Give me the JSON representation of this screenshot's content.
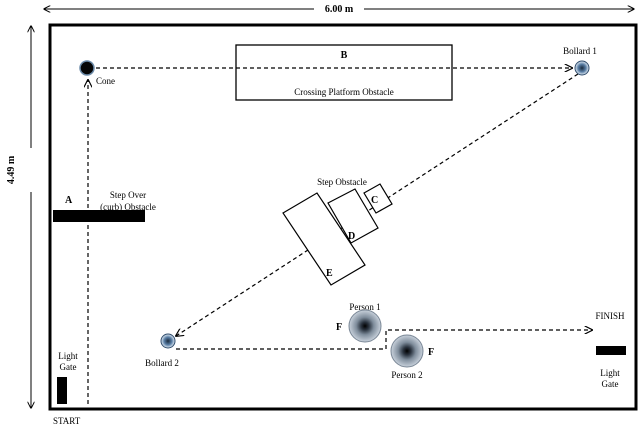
{
  "dimensions": {
    "width_label": "6.00 m",
    "height_label": "4.49 m"
  },
  "obstacles": {
    "a": {
      "letter": "A",
      "label_line1": "Step Over",
      "label_line2": "(curb) Obstacle"
    },
    "b": {
      "letter": "B",
      "label": "Crossing Platform Obstacle"
    },
    "step": {
      "label": "Step Obstacle",
      "c": "C",
      "d": "D",
      "e": "E"
    },
    "f_letter": "F"
  },
  "markers": {
    "cone": "Cone",
    "bollard1": "Bollard 1",
    "bollard2": "Bollard 2",
    "person1": "Person 1",
    "person2": "Person 2"
  },
  "gates": {
    "start": "START",
    "finish": "FINISH",
    "light_gate_line1": "Light",
    "light_gate_line2": "Gate"
  },
  "colors": {
    "line": "#000000",
    "marker_fill": "#5a7fa6",
    "person_fill": "#9aa7b6"
  }
}
